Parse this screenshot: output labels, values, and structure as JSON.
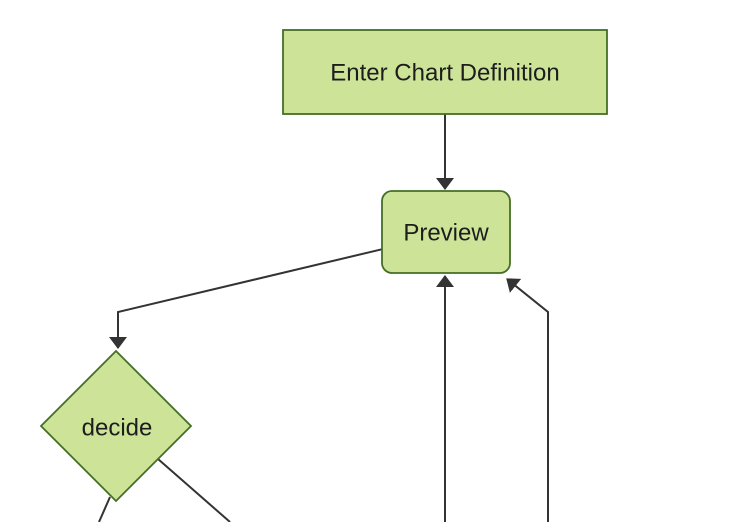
{
  "diagram": {
    "type": "flowchart",
    "direction": "top-down",
    "nodes": [
      {
        "id": "enter",
        "label": "Enter Chart Definition",
        "shape": "rectangle"
      },
      {
        "id": "preview",
        "label": "Preview",
        "shape": "rounded-rectangle"
      },
      {
        "id": "decide",
        "label": "decide",
        "shape": "diamond"
      }
    ],
    "edges": [
      {
        "from": "enter",
        "to": "preview",
        "arrowhead": true
      },
      {
        "from": "preview",
        "to": "decide",
        "arrowhead": true
      },
      {
        "from": "offscreen-bottom",
        "to": "preview",
        "arrowhead": true
      },
      {
        "from": "offscreen-bottom-right",
        "to": "preview",
        "arrowhead": true
      },
      {
        "from": "decide",
        "to": "offscreen-bottom-left",
        "arrowhead": false
      },
      {
        "from": "decide",
        "to": "offscreen-bottom-right",
        "arrowhead": false
      }
    ]
  },
  "colors": {
    "background": "#ffffff",
    "node_fill": "#cde498",
    "node_border": "#456e26",
    "edge": "#333333",
    "text": "#1d1d1d"
  }
}
